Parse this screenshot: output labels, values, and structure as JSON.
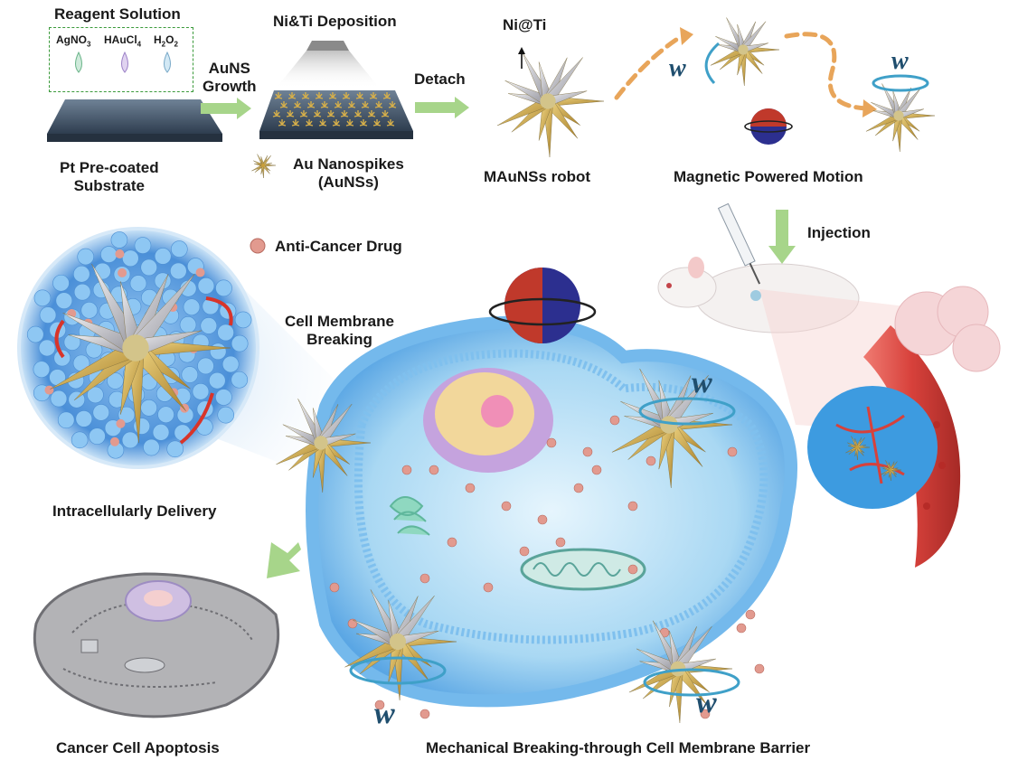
{
  "labels": {
    "reagent_solution": "Reagent Solution",
    "agno3": "AgNO",
    "agno3_sub": "3",
    "haucl4": "HAuCl",
    "haucl4_sub": "4",
    "h2o2_a": "H",
    "h2o2_sub1": "2",
    "h2o2_b": "O",
    "h2o2_sub2": "2",
    "ni_ti_deposition": "Ni&Ti Deposition",
    "aun_growth_1": "AuNS",
    "aun_growth_2": "Growth",
    "detach": "Detach",
    "ni_at_ti": "Ni@Ti",
    "pt_substrate_1": "Pt Pre-coated",
    "pt_substrate_2": "Substrate",
    "au_nanospikes_1": "Au Nanospikes",
    "au_nanospikes_2": "(AuNSs)",
    "mauns_robot": "MAuNSs robot",
    "magnetic_motion": "Magnetic Powered Motion",
    "injection": "Injection",
    "anti_cancer_drug": "Anti-Cancer Drug",
    "cell_membrane_1": "Cell Membrane",
    "cell_membrane_2": "Breaking",
    "intracellular_delivery": "Intracellularly Delivery",
    "cancer_apoptosis": "Cancer Cell Apoptosis",
    "mechanical_breaking": "Mechanical Breaking-through Cell Membrane Barrier",
    "omega": "w"
  },
  "colors": {
    "gold": "#d8b24a",
    "silver": "#c9c9cf",
    "membrane": "#6fb6ee",
    "cytoplasm": "#bfe3f7",
    "drug": "#e29a8f",
    "arrow_green": "#8cc46a",
    "arrow_orange": "#e8a55a",
    "magnet_red": "#c0392b",
    "magnet_blue": "#2c2f8f",
    "vessel": "#d7413b",
    "tumor": "#3d9be0"
  }
}
